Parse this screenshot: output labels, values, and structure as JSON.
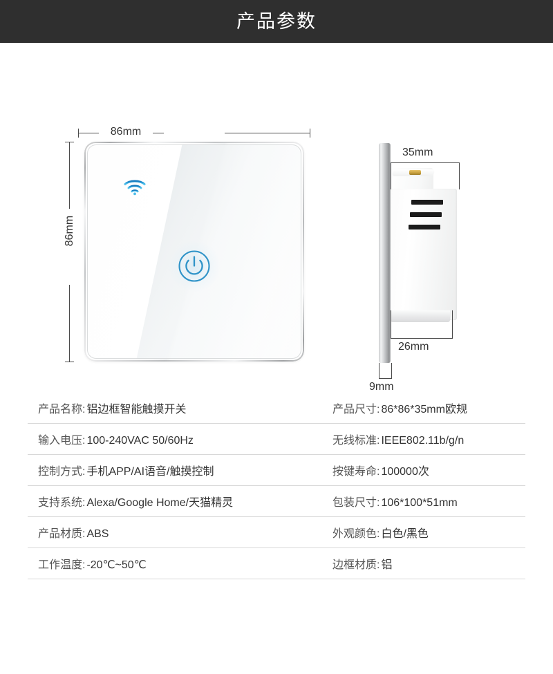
{
  "header": {
    "title": "产品参数"
  },
  "product_views": {
    "front": {
      "name": "front-view",
      "width_label": "86mm",
      "height_label": "86mm",
      "indicators": {
        "wifi_icon": "wifi-icon",
        "power_button_icon": "power-icon",
        "accent_color": "#2b8fc4",
        "wifi_color": "#1f9ad6"
      },
      "bezel_color": "#c3c5c7",
      "glass_color": "#ffffff"
    },
    "side": {
      "name": "side-view",
      "depth_label": "35mm",
      "box_depth_label": "26mm",
      "panel_thickness_label": "9mm",
      "terminal_count": 3,
      "terminal_color": "#1b1b1b",
      "antenna_connector_color": "#c9a13f"
    }
  },
  "spec_table": {
    "rows": [
      {
        "left": {
          "label": "产品名称:",
          "value": "铝边框智能触摸开关"
        },
        "right": {
          "label": "产品尺寸:",
          "value": "86*86*35mm欧规"
        }
      },
      {
        "left": {
          "label": "输入电压:",
          "value": "100-240VAC 50/60Hz"
        },
        "right": {
          "label": "无线标准:",
          "value": "IEEE802.11b/g/n"
        }
      },
      {
        "left": {
          "label": "控制方式:",
          "value": "手机APP/AI语音/触摸控制"
        },
        "right": {
          "label": "按键寿命:",
          "value": "100000次"
        }
      },
      {
        "left": {
          "label": "支持系统:",
          "value": "Alexa/Google Home/天猫精灵"
        },
        "right": {
          "label": "包装尺寸:",
          "value": "106*100*51mm"
        }
      },
      {
        "left": {
          "label": "产品材质:",
          "value": "ABS"
        },
        "right": {
          "label": "外观颜色:",
          "value": "白色/黑色"
        }
      },
      {
        "left": {
          "label": "工作温度:",
          "value": "-20℃~50℃"
        },
        "right": {
          "label": "边框材质:",
          "value": "铝"
        }
      }
    ]
  },
  "colors": {
    "header_bg": "#2f2f2f",
    "header_text": "#ffffff",
    "page_bg": "#ffffff",
    "divider": "#d8d8d8",
    "dimension_line": "#4a4a4a",
    "label_text": "#555555",
    "value_text": "#333333"
  }
}
